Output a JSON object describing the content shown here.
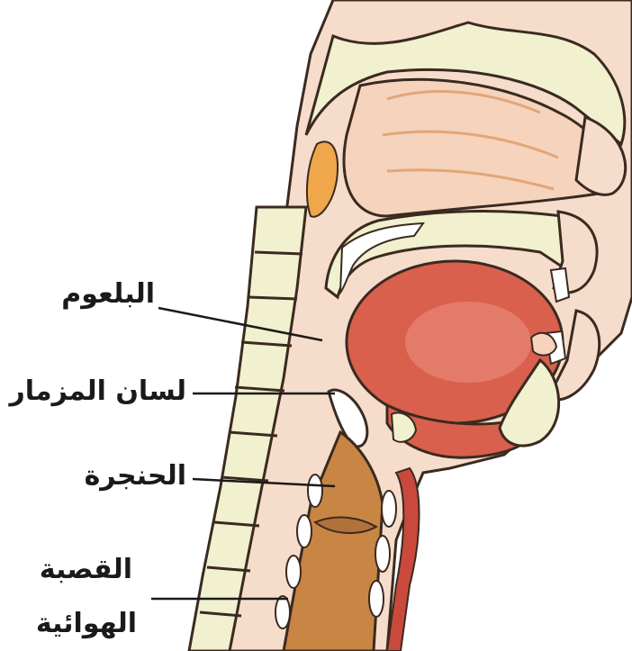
{
  "labels": {
    "pharynx": "البلعوم",
    "epiglottis": "لسان المزمار",
    "larynx": "الحنجرة",
    "trachea_line1": "القصبة",
    "trachea_line2": "الهوائية"
  }
}
